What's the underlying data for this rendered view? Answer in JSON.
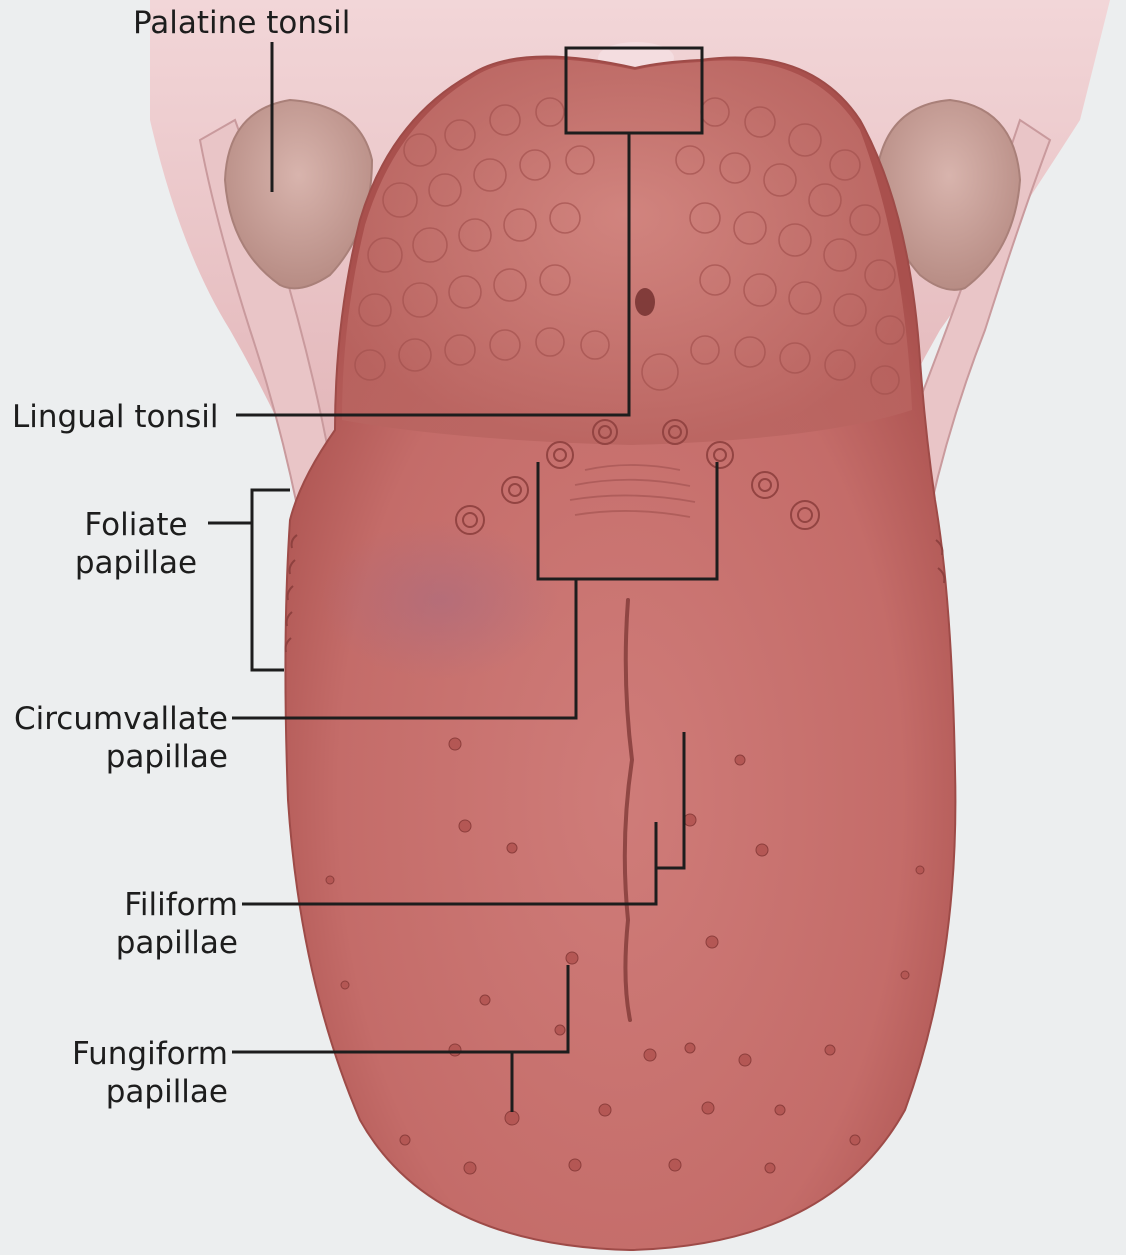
{
  "labels": {
    "palatine_tonsil": "Palatine tonsil",
    "lingual_tonsil": "Lingual tonsil",
    "foliate": [
      "Foliate",
      "papillae"
    ],
    "circumvallate": [
      "Circumvallate",
      "papillae"
    ],
    "filiform": [
      "Filiform",
      "papillae"
    ],
    "fungiform": [
      "Fungiform",
      "papillae"
    ]
  },
  "colors": {
    "background": "#eceeef",
    "tongue": "#c8706c",
    "tongue_dark": "#a9504d",
    "tonsil": "#cfa7a0",
    "throat": "#e8c3c6",
    "leader_line": "#1d1d1d"
  }
}
